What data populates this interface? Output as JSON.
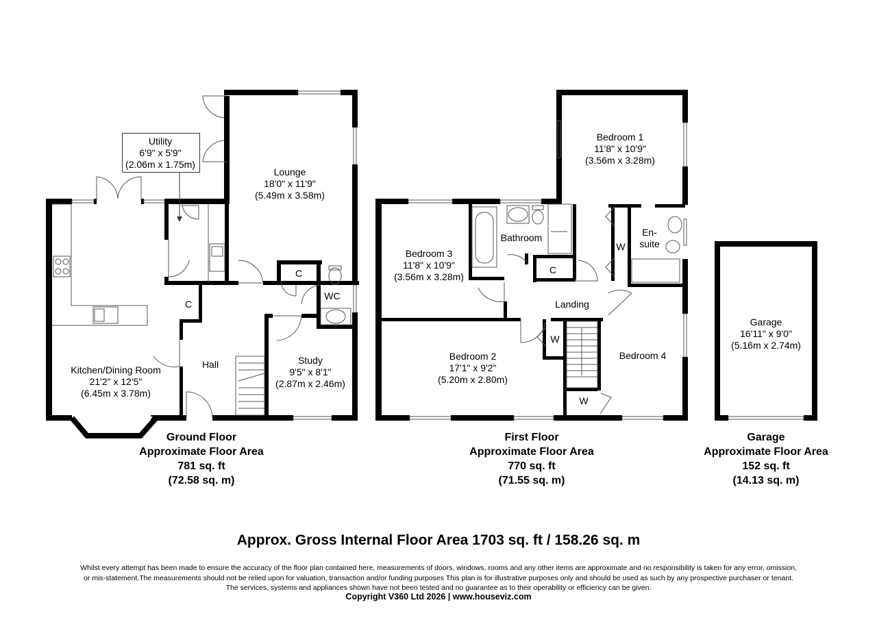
{
  "ground_floor": {
    "rooms": {
      "utility": {
        "name": "Utility",
        "imperial": "6'9\" x 5'9\"",
        "metric": "(2.06m x 1.75m)"
      },
      "lounge": {
        "name": "Lounge",
        "imperial": "18'0\" x 11'9\"",
        "metric": "(5.49m x 3.58m)"
      },
      "kitchen": {
        "name": "Kitchen/Dining Room",
        "imperial": "21'2\" x 12'5\"",
        "metric": "(6.45m x 3.78m)"
      },
      "study": {
        "name": "Study",
        "imperial": "9'5\" x 8'1\"",
        "metric": "(2.87m x 2.46m)"
      },
      "hall": "Hall",
      "wc": "WC",
      "cupboard_1": "C",
      "cupboard_2": "C"
    },
    "caption": {
      "floor": "Ground Floor",
      "area_label": "Approximate Floor Area",
      "sqft": "781 sq. ft",
      "sqm": "(72.58 sq. m)"
    }
  },
  "first_floor": {
    "rooms": {
      "bedroom1": {
        "name": "Bedroom 1",
        "imperial": "11'8\" x 10'9\"",
        "metric": "(3.56m x 3.28m)"
      },
      "bedroom2": {
        "name": "Bedroom 2",
        "imperial": "17'1\" x 9'2\"",
        "metric": "(5.20m x 2.80m)"
      },
      "bedroom3": {
        "name": "Bedroom 3",
        "imperial": "11'8\" x 10'9\"",
        "metric": "(3.56m x 3.28m)"
      },
      "bedroom4": "Bedroom 4",
      "bathroom": "Bathroom",
      "ensuite_1": "En-",
      "ensuite_2": "suite",
      "landing": "Landing",
      "cupboard": "C",
      "wardrobe_1": "W",
      "wardrobe_2": "W",
      "wardrobe_3": "W"
    },
    "caption": {
      "floor": "First Floor",
      "area_label": "Approximate Floor Area",
      "sqft": "770 sq. ft",
      "sqm": "(71.55 sq. m)"
    }
  },
  "garage": {
    "room": {
      "name": "Garage",
      "imperial": "16'11\" x 9'0\"",
      "metric": "(5.16m x 2.74m)"
    },
    "caption": {
      "floor": "Garage",
      "area_label": "Approximate Floor Area",
      "sqft": "152 sq. ft",
      "sqm": "(14.13 sq. m)"
    }
  },
  "gross_area": "Approx. Gross Internal Floor Area 1703 sq. ft / 158.26 sq. m",
  "disclaimer": {
    "line1": "Whilst every attempt has been made to ensure the accuracy of the floor plan contained here, measurements of doors, windows, rooms and any other items are approximate and no responsibility is taken for any error, omission,",
    "line2": "or mis-statement.The measurements should not be relied upon for valuation, transaction and/or funding purposes This plan is for illustrative purposes only and should be used as such by any prospective purchaser or tenant.",
    "line3": "The services, systems and appliances shown have not been tested and no guarantee as to their operability or efficiency can be given."
  },
  "copyright": "Copyright V360 Ltd 2026 | www.houseviz.com",
  "colors": {
    "wall": "#000000",
    "fixture": "#555555",
    "background": "#ffffff"
  }
}
